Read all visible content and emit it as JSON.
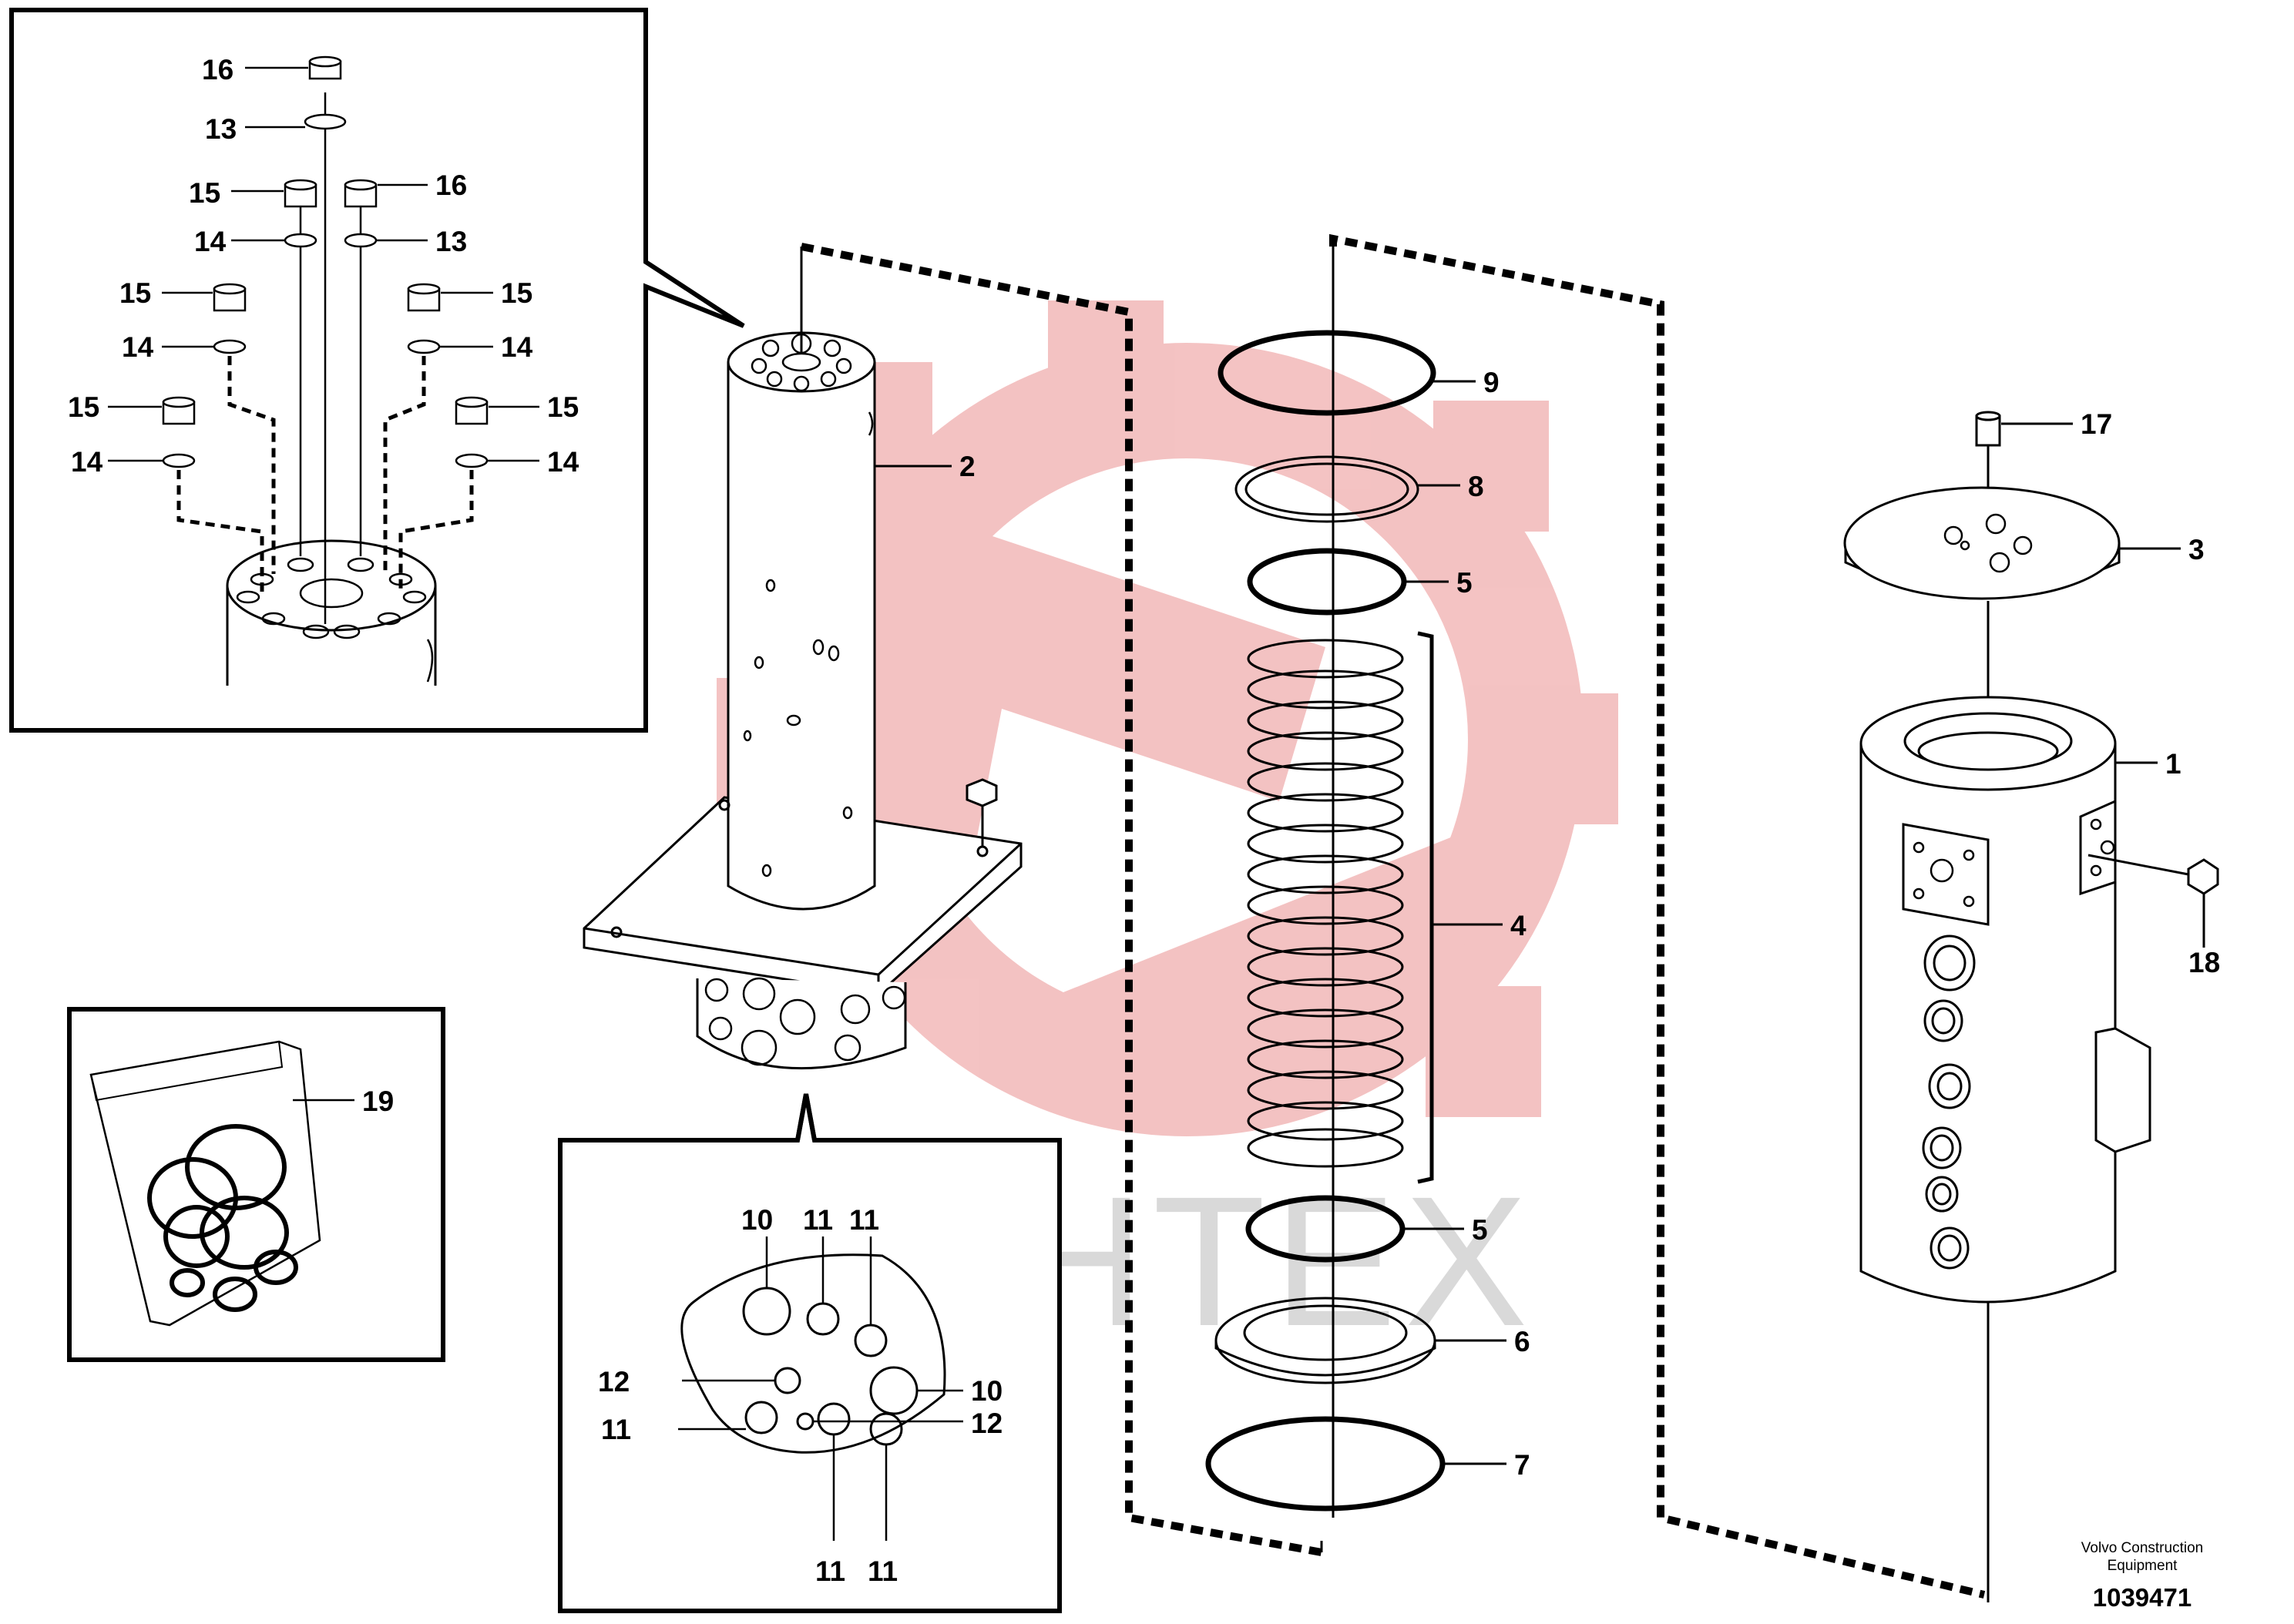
{
  "watermark": {
    "text": "ИНТЕХ",
    "color": "#f2b8b8"
  },
  "colors": {
    "line": "#000000",
    "paper": "#ffffff",
    "watermark_logo": "#f2b8b8",
    "watermark_text": "#d9d9d9"
  },
  "callouts": {
    "p1": "1",
    "p2": "2",
    "p3": "3",
    "p4": "4",
    "p5a": "5",
    "p5b": "5",
    "p6": "6",
    "p7": "7",
    "p8": "8",
    "p9": "9",
    "p10a": "10",
    "p10b": "10",
    "p11a": "11",
    "p11b": "11",
    "p11c": "11",
    "p11d": "11",
    "p11e": "11",
    "p12a": "12",
    "p12b": "12",
    "p13a": "13",
    "p13b": "13",
    "p14a": "14",
    "p14b": "14",
    "p14c": "14",
    "p14d": "14",
    "p14e": "14",
    "p15a": "15",
    "p15b": "15",
    "p15c": "15",
    "p15d": "15",
    "p15e": "15",
    "p16a": "16",
    "p16b": "16",
    "p17": "17",
    "p18": "18",
    "p19": "19"
  },
  "credit": {
    "line1": "Volvo Construction",
    "line2": "Equipment"
  },
  "document_number": "1039471"
}
